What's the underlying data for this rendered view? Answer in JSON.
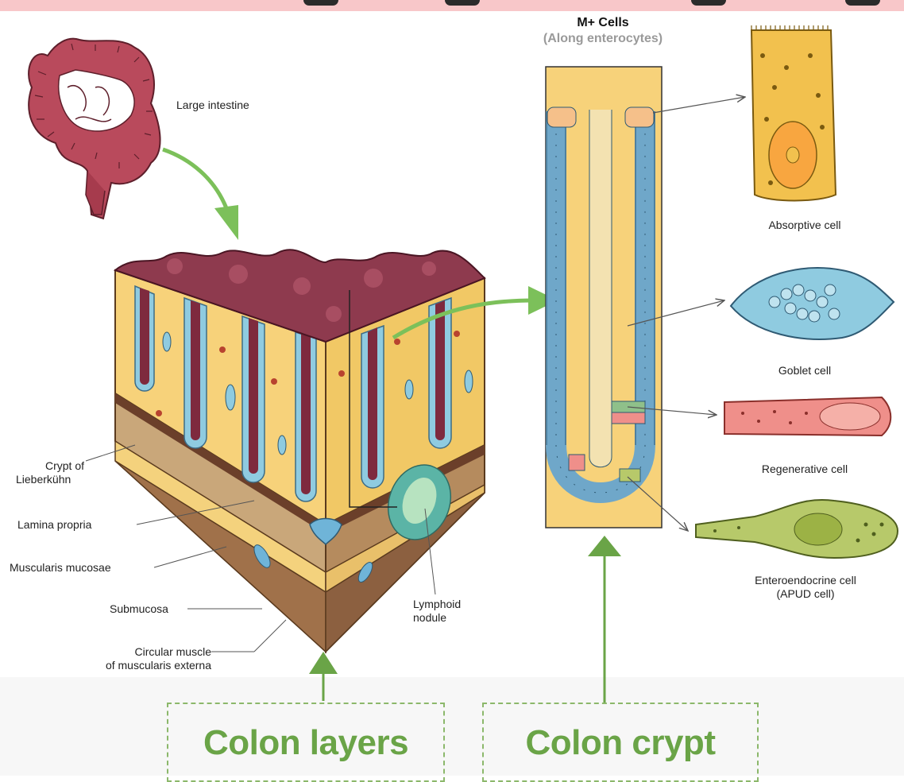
{
  "crypt_panel": {
    "title": "M+ Cells",
    "subtitle": "(Along enterocytes)"
  },
  "labels": {
    "large_intestine": "Large intestine",
    "crypt_of_lieberkuhn": [
      "Crypt of",
      "Lieberkühn"
    ],
    "lamina_propria": "Lamina propria",
    "muscularis_mucosae": "Muscularis mucosae",
    "submucosa": "Submucosa",
    "circular_muscle": [
      "Circular muscle",
      "of muscularis externa"
    ],
    "lymphoid_nodule": [
      "Lymphoid",
      "nodule"
    ]
  },
  "cell_types": [
    {
      "name": "Absorptive cell",
      "color": "#f2c14e"
    },
    {
      "name": "Goblet cell",
      "color": "#8fcbe0"
    },
    {
      "name": "Regenerative cell",
      "color": "#ef8f8a"
    },
    {
      "name": "Enteroendocrine cell",
      "sub": "(APUD cell)",
      "color": "#b7c96a"
    }
  ],
  "boxes": {
    "colon_layers": "Colon layers",
    "colon_crypt": "Colon crypt"
  },
  "colors": {
    "arrow_green": "#7cc05a",
    "box_green": "#6aa447",
    "banner_pink": "#f8c7c9",
    "tissue_yellow": "#f7d27a",
    "mucosa_maroon": "#8e3a4e"
  }
}
